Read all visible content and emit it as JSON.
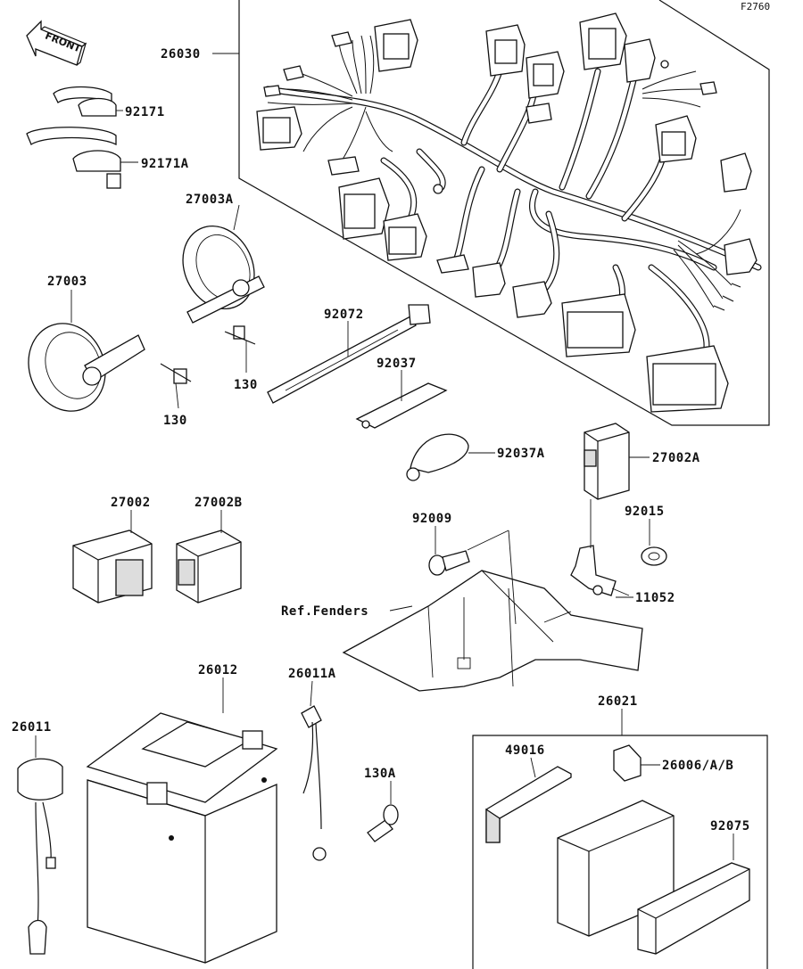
{
  "diagram_code": "F2760",
  "front_label": "FRONT",
  "callouts": {
    "c26030": "26030",
    "c92171": "92171",
    "c92171a": "92171A",
    "c27003a": "27003A",
    "c27003": "27003",
    "c130_a": "130",
    "c130_b": "130",
    "c92072": "92072",
    "c92037": "92037",
    "c92037a": "92037A",
    "c27002a": "27002A",
    "c27002": "27002",
    "c27002b": "27002B",
    "c92009": "92009",
    "c92015": "92015",
    "c11052": "11052",
    "cref": "Ref.Fenders",
    "c26012": "26012",
    "c26011a": "26011A",
    "c26011": "26011",
    "c130a": "130A",
    "c26021": "26021",
    "c49016": "49016",
    "c26006": "26006/A/B",
    "c92075": "92075"
  }
}
